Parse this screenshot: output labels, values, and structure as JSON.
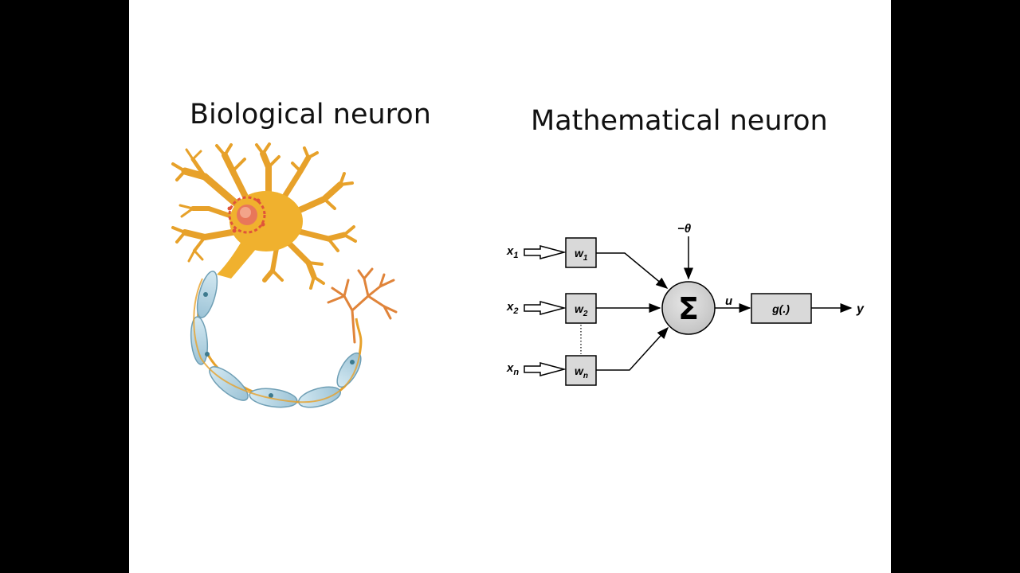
{
  "slide": {
    "titles": {
      "biological": "Biological neuron",
      "mathematical": "Mathematical neuron"
    }
  },
  "diagram": {
    "inputs": [
      {
        "var": "x",
        "sub": "1"
      },
      {
        "var": "x",
        "sub": "2"
      },
      {
        "var": "x",
        "sub": "n"
      }
    ],
    "weights": [
      {
        "var": "w",
        "sub": "1"
      },
      {
        "var": "w",
        "sub": "2"
      },
      {
        "var": "w",
        "sub": "n"
      }
    ],
    "bias": "−θ",
    "summation": "Σ",
    "sum_output": "u",
    "activation": "g(.)",
    "output": "y"
  },
  "colors": {
    "background": "#000000",
    "slide": "#ffffff",
    "box_fill": "#d9d9d9",
    "neuron_body": "#f0b12e",
    "nucleus": "#e0543a",
    "myelin": "#b9d8e6"
  }
}
